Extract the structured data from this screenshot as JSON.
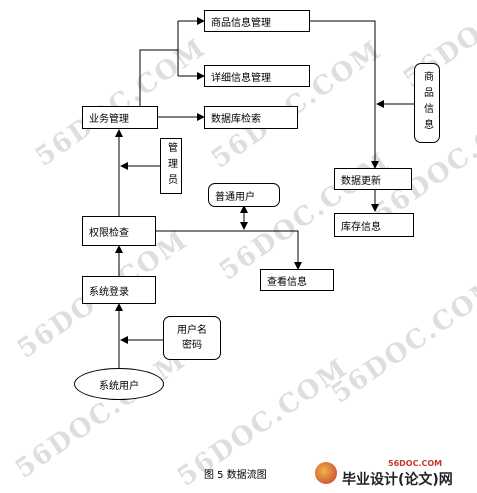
{
  "diagram": {
    "nodes": {
      "goods_info_mgmt": "商品信息管理",
      "detail_info_mgmt": "详细信息管理",
      "business_mgmt": "业务管理",
      "db_query": "数据库检索",
      "admin": "管理员",
      "goods_info": "商品信息",
      "data_update": "数据更新",
      "stock_info": "库存信息",
      "normal_user": "普通用户",
      "permission_check": "权限检查",
      "view_info": "查看信息",
      "system_login": "系统登录",
      "username_password": [
        "用户名",
        "密码"
      ],
      "system_user": "系统用户"
    },
    "caption": "图 5   数据流图"
  },
  "watermark": {
    "text": "56DOC.COM",
    "color": "#d3d3d3"
  },
  "branding": {
    "url": "56DOC.COM",
    "name": "毕业设计(论文)网",
    "accent": "#c0392b"
  }
}
